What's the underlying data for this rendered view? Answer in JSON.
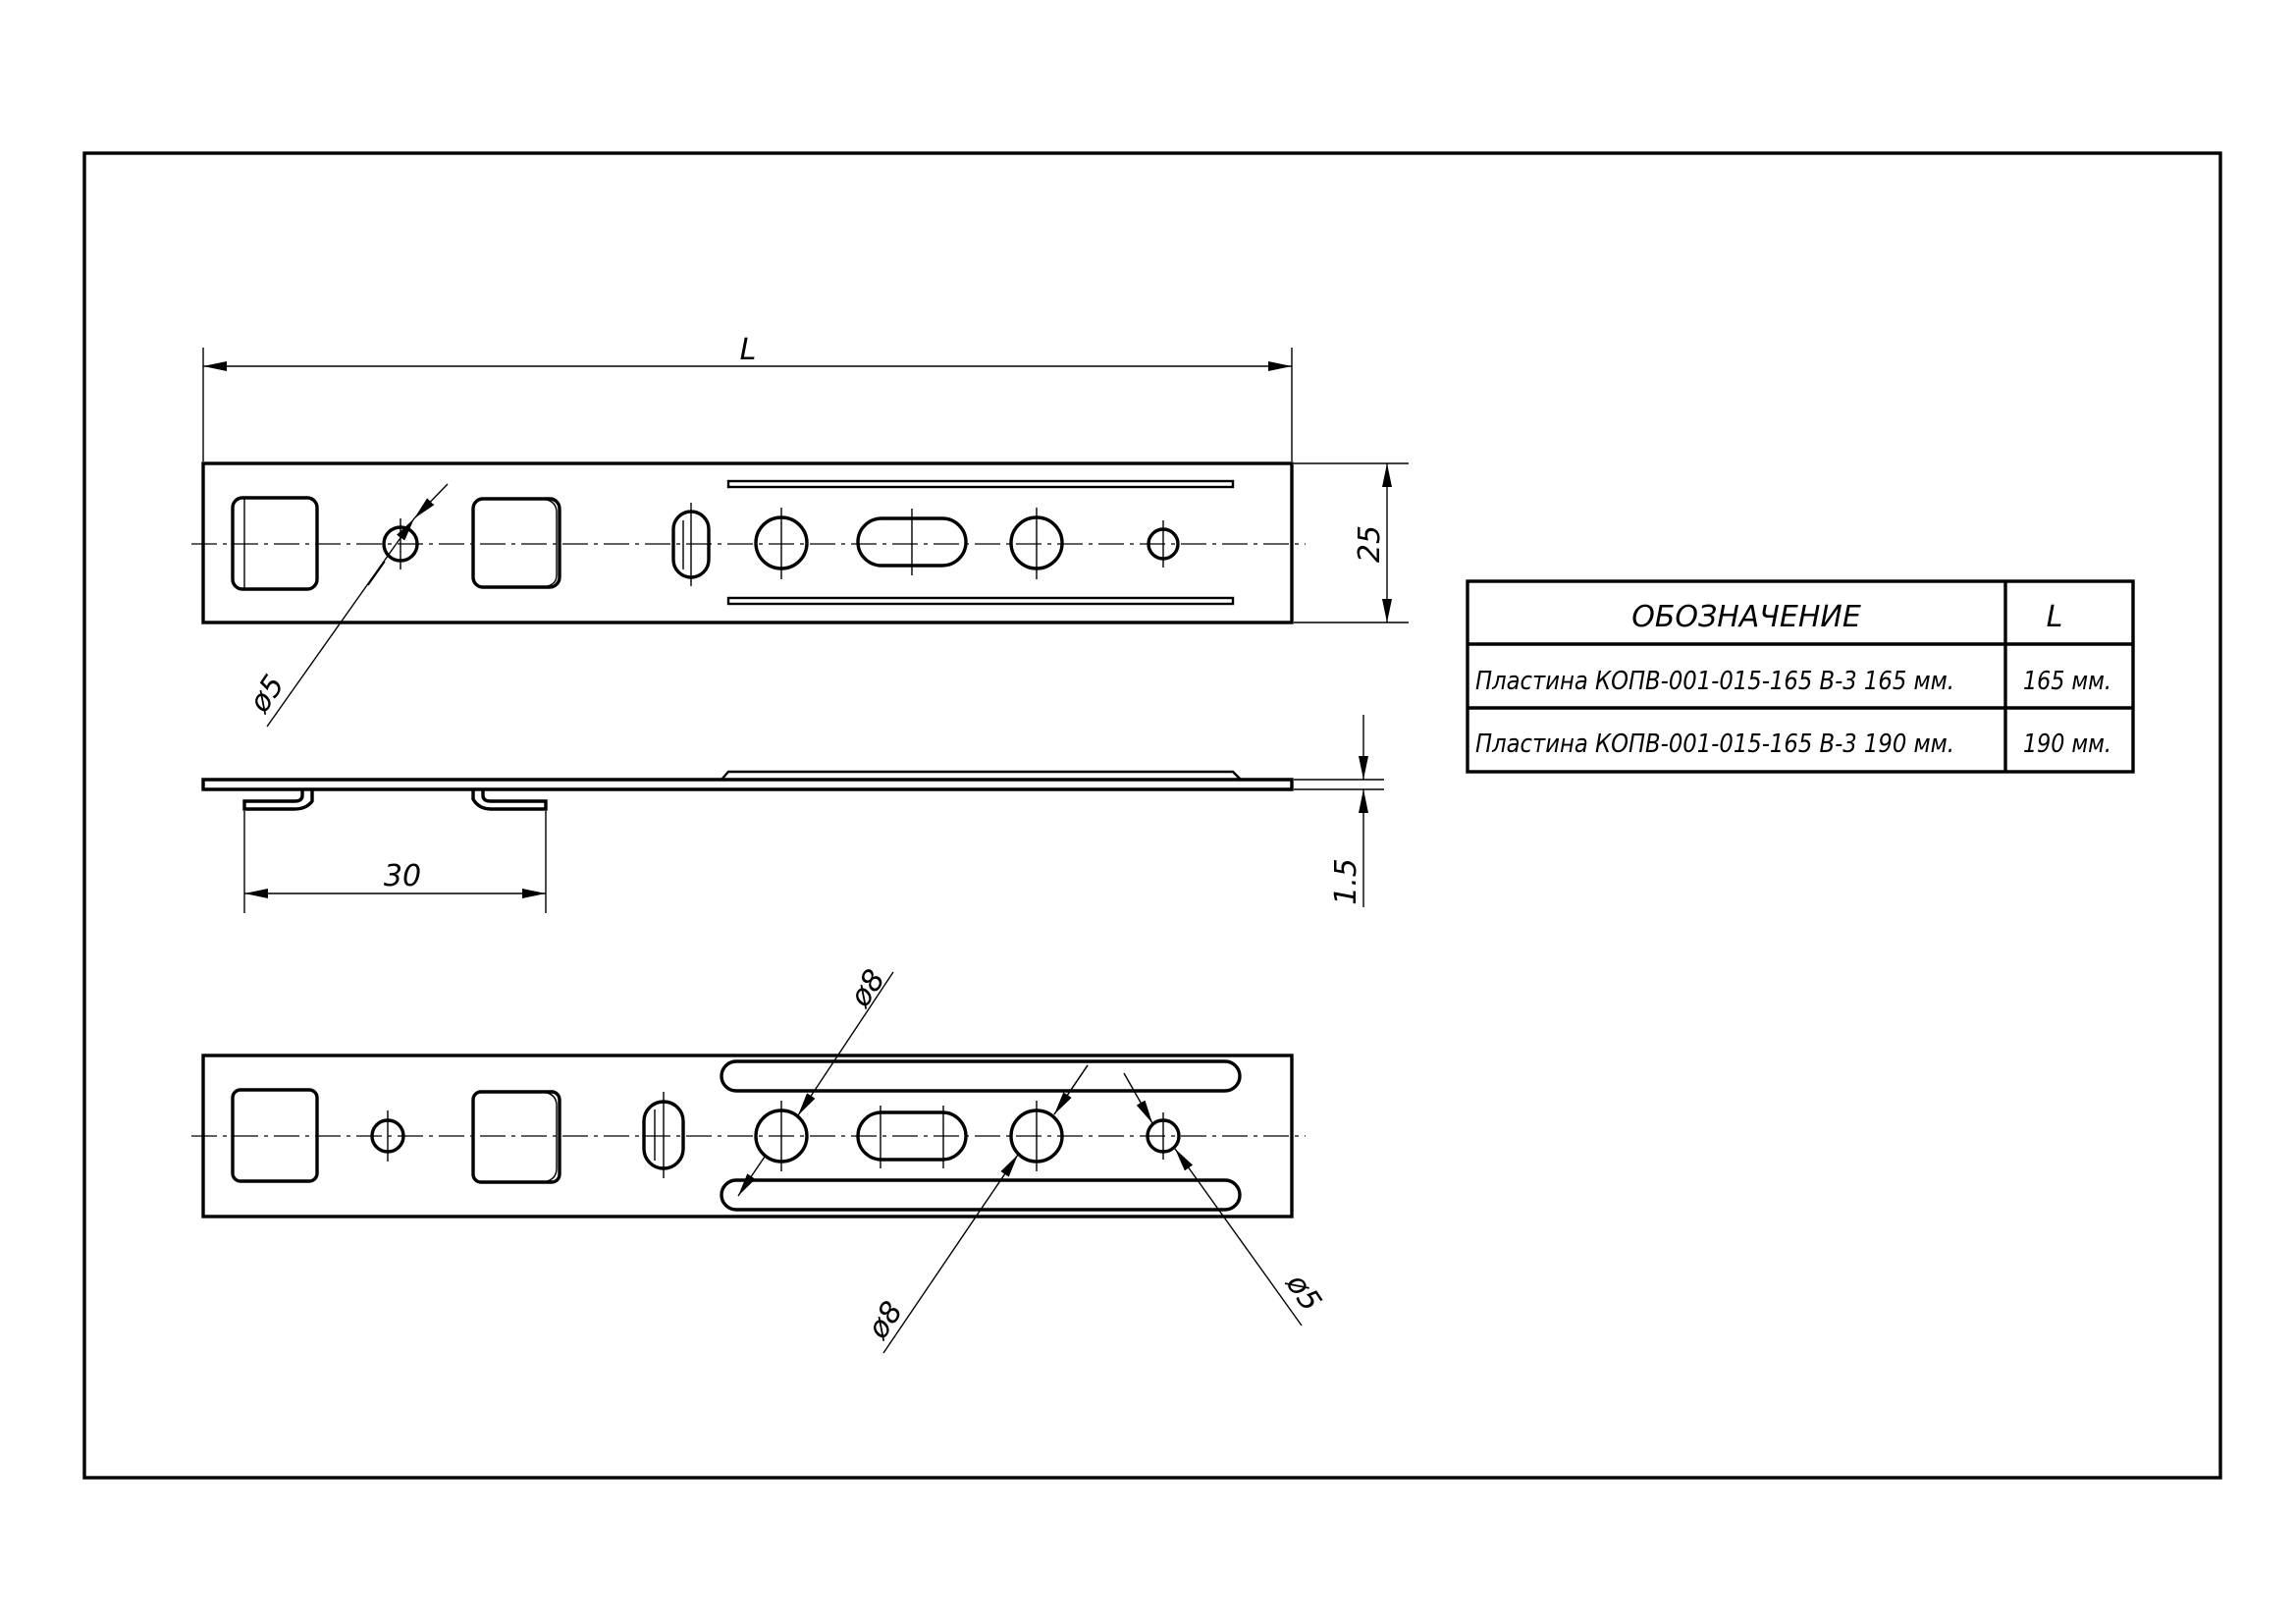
{
  "drawing": {
    "dimensions": {
      "length": "L",
      "width": "25",
      "thickness": "1.5",
      "bend_pitch": "30",
      "hole_small_top": "ø5",
      "hole_large_upper": "ø8",
      "hole_large_lower": "ø8",
      "hole_small_bottom": "ø5"
    }
  },
  "spec_table": {
    "headers": [
      "ОБОЗНАЧЕНИЕ",
      "L"
    ],
    "rows": [
      [
        "Пластина КОПВ-001-015-165 В-3 165 мм.",
        "165 мм."
      ],
      [
        "Пластина КОПВ-001-015-165 В-3 190 мм.",
        "190 мм."
      ]
    ]
  }
}
